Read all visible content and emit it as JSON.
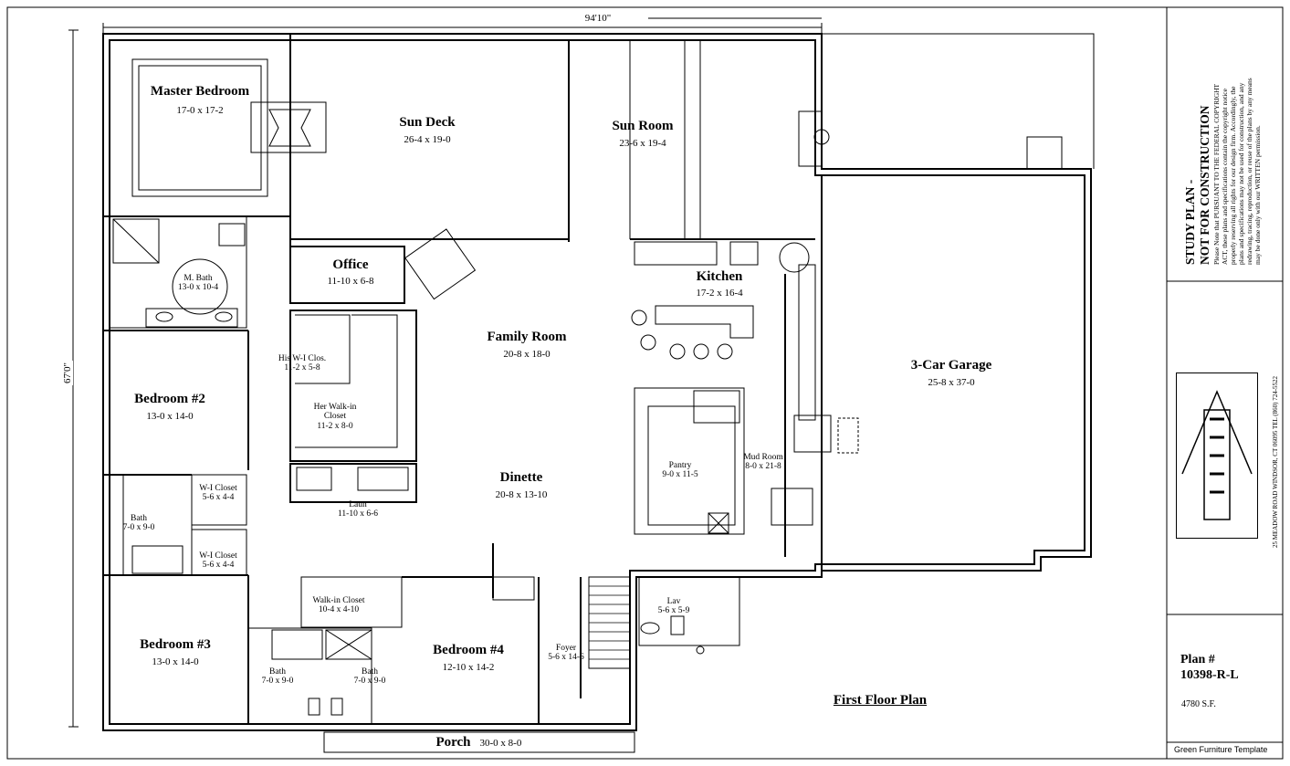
{
  "plan": {
    "title": "First Floor Plan",
    "dims": {
      "overall_width": "94'10\"",
      "overall_depth": "67'0\""
    },
    "rooms": [
      {
        "id": "master-bedroom",
        "name": "Master Bedroom",
        "size": "17-0 x 17-2"
      },
      {
        "id": "sun-deck",
        "name": "Sun Deck",
        "size": "26-4 x 19-0"
      },
      {
        "id": "sun-room",
        "name": "Sun Room",
        "size": "23-6 x 19-4"
      },
      {
        "id": "m-bath",
        "name": "M. Bath",
        "size": "13-0 x 10-4"
      },
      {
        "id": "office",
        "name": "Office",
        "size": "11-10 x 6-8"
      },
      {
        "id": "kitchen",
        "name": "Kitchen",
        "size": "17-2 x 16-4"
      },
      {
        "id": "family-room",
        "name": "Family Room",
        "size": "20-8 x 18-0"
      },
      {
        "id": "his-closet",
        "name": "His W-I Clos.",
        "size": "11-2 x 5-8"
      },
      {
        "id": "her-closet",
        "name": "Her Walk-in Closet",
        "size": "11-2 x 8-0"
      },
      {
        "id": "garage",
        "name": "3-Car Garage",
        "size": "25-8 x 37-0"
      },
      {
        "id": "bedroom-2",
        "name": "Bedroom #2",
        "size": "13-0 x 14-0"
      },
      {
        "id": "pantry",
        "name": "Pantry",
        "size": "9-0 x 11-5"
      },
      {
        "id": "mud-room",
        "name": "Mud Room",
        "size": "8-0 x 21-8"
      },
      {
        "id": "dinette",
        "name": "Dinette",
        "size": "20-8 x 13-10"
      },
      {
        "id": "wi-closet-1",
        "name": "W-I Closet",
        "size": "5-6 x 4-4"
      },
      {
        "id": "bath-1",
        "name": "Bath",
        "size": "7-0 x 9-0"
      },
      {
        "id": "laun",
        "name": "Laun",
        "size": "11-10 x 6-6"
      },
      {
        "id": "wi-closet-2",
        "name": "W-I Closet",
        "size": "5-6 x 4-4"
      },
      {
        "id": "lav",
        "name": "Lav",
        "size": "5-6 x 5-9"
      },
      {
        "id": "walkin-closet",
        "name": "Walk-in Closet",
        "size": "10-4 x 4-10"
      },
      {
        "id": "bedroom-3",
        "name": "Bedroom #3",
        "size": "13-0 x 14-0"
      },
      {
        "id": "bedroom-4",
        "name": "Bedroom #4",
        "size": "12-10 x 14-2"
      },
      {
        "id": "foyer",
        "name": "Foyer",
        "size": "5-6 x 14-6"
      },
      {
        "id": "bath-2",
        "name": "Bath",
        "size": "7-0 x 9-0"
      },
      {
        "id": "bath-3",
        "name": "Bath",
        "size": "7-0 x 9-0"
      },
      {
        "id": "porch",
        "name": "Porch",
        "size": "30-0 x 8-0"
      }
    ]
  },
  "title_block": {
    "warning_title_1": "STUDY PLAN -",
    "warning_title_2": "NOT FOR CONSTRUCTION",
    "warning_text": "Please Note that PURSUANT TO THE FEDERAL COPYRIGHT ACT, these plans and specifications contain the copyright notice properly reserving all rights for our design firm. Accordingly, the plans and specifications may not be used for construction, and any redrawing, tracing, reproduction, or reuse of the plans by any means may be done only with our WRITTEN permission.",
    "address": "25 MEADOW ROAD   WINDSOR, CT 06095   TEL (860) 724-5522",
    "plan_label": "Plan #",
    "plan_number": "10398-R-L",
    "square_feet": "4780 S.F.",
    "template": "Green Furniture Template"
  }
}
